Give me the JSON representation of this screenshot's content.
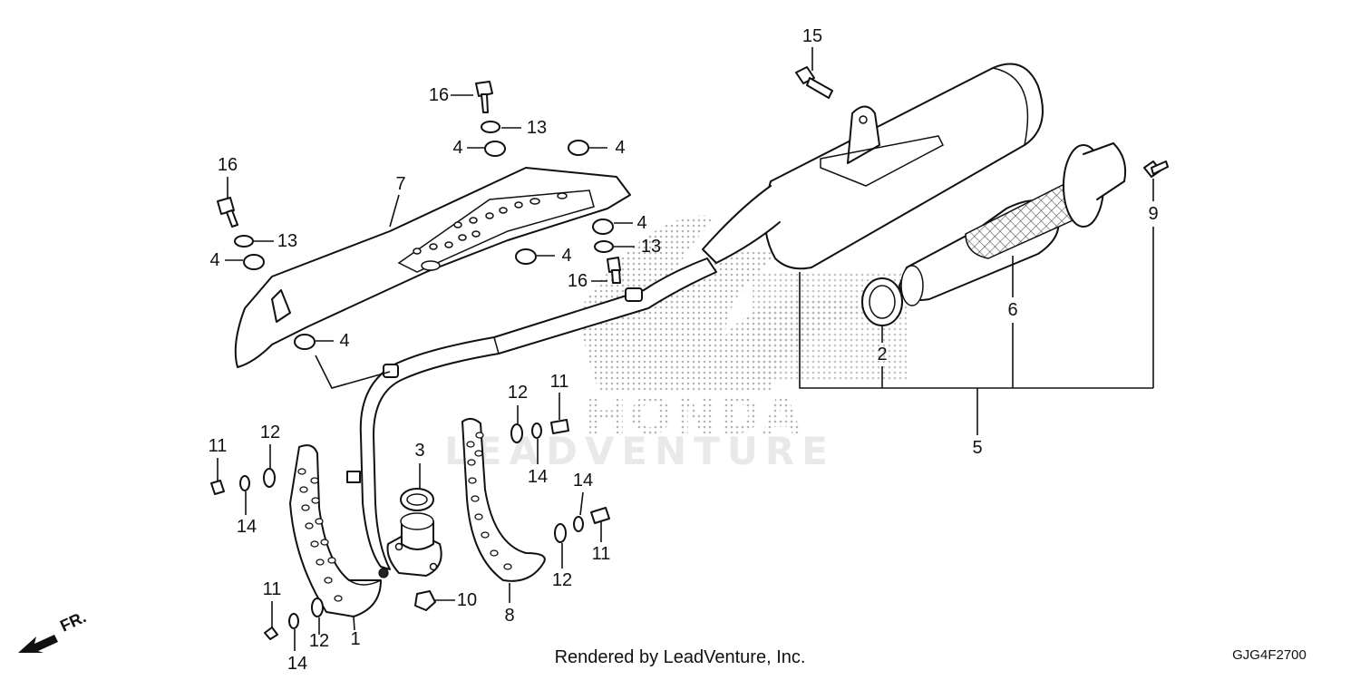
{
  "watermark": {
    "logo": "HONDA",
    "text": "LEADVENTURE"
  },
  "callouts": [
    {
      "id": "15",
      "label": "15"
    },
    {
      "id": "16a",
      "label": "16"
    },
    {
      "id": "13a",
      "label": "13"
    },
    {
      "id": "4a",
      "label": "4"
    },
    {
      "id": "4b",
      "label": "4"
    },
    {
      "id": "16b",
      "label": "16"
    },
    {
      "id": "7",
      "label": "7"
    },
    {
      "id": "13b",
      "label": "13"
    },
    {
      "id": "4c",
      "label": "4"
    },
    {
      "id": "4d",
      "label": "4"
    },
    {
      "id": "13c",
      "label": "13"
    },
    {
      "id": "4e",
      "label": "4"
    },
    {
      "id": "16c",
      "label": "16"
    },
    {
      "id": "4f",
      "label": "4"
    },
    {
      "id": "9",
      "label": "9"
    },
    {
      "id": "6",
      "label": "6"
    },
    {
      "id": "2",
      "label": "2"
    },
    {
      "id": "5",
      "label": "5"
    },
    {
      "id": "12a",
      "label": "12"
    },
    {
      "id": "11a",
      "label": "11"
    },
    {
      "id": "14a",
      "label": "14"
    },
    {
      "id": "3",
      "label": "3"
    },
    {
      "id": "11b",
      "label": "11"
    },
    {
      "id": "12b",
      "label": "12"
    },
    {
      "id": "14b",
      "label": "14"
    },
    {
      "id": "14c",
      "label": "14"
    },
    {
      "id": "11c",
      "label": "11"
    },
    {
      "id": "12c",
      "label": "12"
    },
    {
      "id": "11d",
      "label": "11"
    },
    {
      "id": "14d",
      "label": "14"
    },
    {
      "id": "12d",
      "label": "12"
    },
    {
      "id": "1",
      "label": "1"
    },
    {
      "id": "10",
      "label": "10"
    },
    {
      "id": "8",
      "label": "8"
    }
  ],
  "direction_indicator": "FR.",
  "footer": {
    "credit": "Rendered by LeadVenture, Inc.",
    "diagram_code": "GJG4F2700"
  }
}
